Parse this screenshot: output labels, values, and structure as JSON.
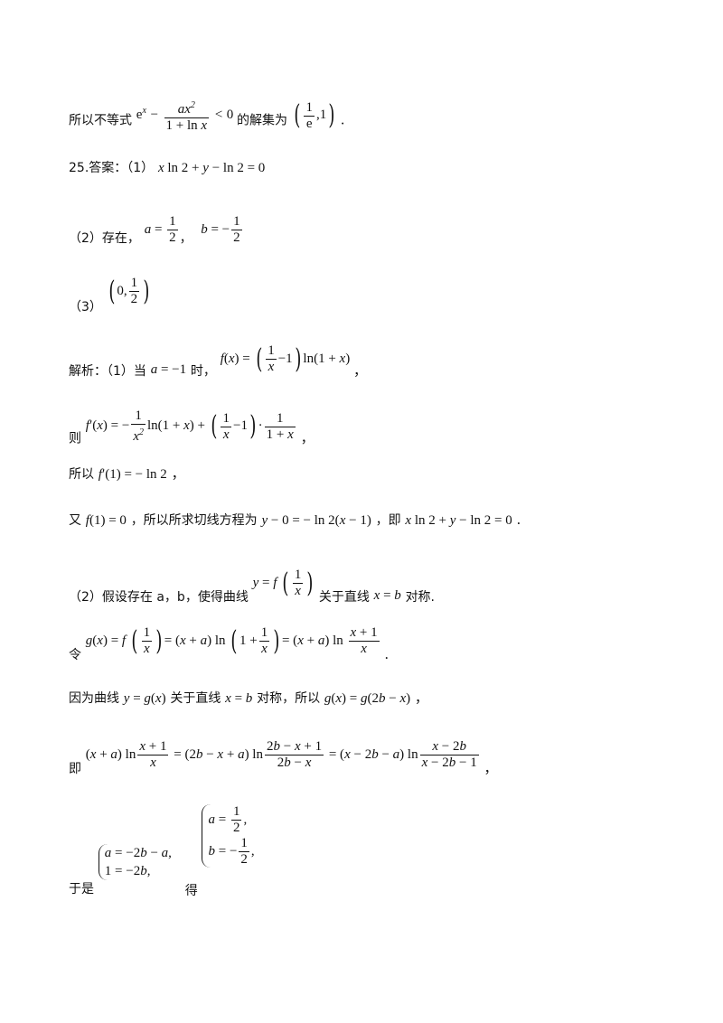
{
  "lines": {
    "l1": {
      "pre": "所以不等式",
      "ineq": "e^x − ax²/(1+ln x) < 0",
      "mid": "的解集为",
      "interval": "(1/e, 1)",
      "end": "."
    },
    "l2": {
      "label": "25.答案：（1）",
      "eq": "x ln 2 + y − ln 2 = 0"
    },
    "l3": {
      "label": "（2）存在，",
      "a": "a = 1/2",
      "sep": "，",
      "b": "b = −1/2"
    },
    "l4": {
      "label": "（3）",
      "interval": "(0, 1/2)"
    },
    "l5": {
      "label": "解析：（1）当",
      "cond": "a = −1",
      "mid": "时，",
      "f": "f(x) = (1/x − 1) ln(1+x)",
      "end": "，"
    },
    "l6": {
      "label": "则",
      "fp": "f′(x) = −1/x² ln(1+x) + (1/x − 1)·1/(1+x)",
      "end": "，"
    },
    "l7": {
      "label": "所以",
      "fp1": "f′(1) = −ln 2",
      "end": "，"
    },
    "l8": {
      "label": "又",
      "f1": "f(1) = 0",
      "mid": "，所以所求切线方程为",
      "tangent": "y − 0 = −ln 2(x − 1)",
      "mid2": "，即",
      "eq": "x ln 2 + y − ln 2 = 0",
      "end": "."
    },
    "l9": {
      "label": "（2）假设存在 a，b，使得曲线",
      "curve": "y = f(1/x)",
      "mid": "关于直线",
      "line": "x = b",
      "end": "对称."
    },
    "l10": {
      "label": "令",
      "g": "g(x) = f(1/x) = (x+a) ln(1 + 1/x) = (x+a) ln((x+1)/x)",
      "end": "."
    },
    "l11": {
      "label": "因为曲线",
      "curve": "y = g(x)",
      "mid": "关于直线",
      "line": "x = b",
      "mid2": "对称，所以",
      "eq": "g(x) = g(2b − x)",
      "end": "，"
    },
    "l12": {
      "label": "即",
      "eq": "(x+a) ln((x+1)/x) = (2b−x+a) ln((2b−x+1)/(2b−x)) = (x−2b−a) ln((x−2b)/(x−2b−1))",
      "end": "，"
    },
    "l13": {
      "label": "于是",
      "sys1a": "a = −2b − a,",
      "sys1b": "1 = −2b,",
      "mid": "得",
      "sys2a": "a = 1/2,",
      "sys2b": "b = −1/2,"
    }
  }
}
